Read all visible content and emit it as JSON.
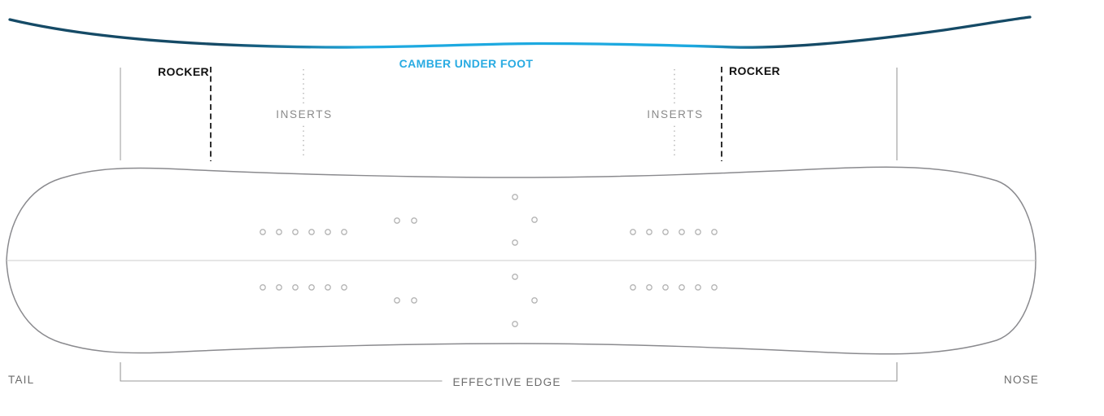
{
  "diagram": {
    "title_context": "snowboard-camber-profile-diagram",
    "labels": {
      "camber": "CAMBER UNDER FOOT",
      "rocker_left": "ROCKER",
      "rocker_right": "ROCKER",
      "inserts_left": "INSERTS",
      "inserts_right": "INSERTS",
      "tail": "TAIL",
      "nose": "NOSE",
      "effective_edge": "EFFECTIVE EDGE"
    },
    "colors": {
      "camber_highlight": "#29abe2",
      "profile_bright_blue": "#1da9e0",
      "profile_navy": "#154a66",
      "rocker_boundary_black": "#1a1a1a",
      "board_outline_gray": "#8a8a8e",
      "guide_line_gray": "#999999",
      "insert_hole_gray": "#b3b3b3",
      "centerline_gray": "#cccccc",
      "label_gray": "#6b6b6b",
      "inserts_label_gray": "#8a8a8a"
    }
  }
}
